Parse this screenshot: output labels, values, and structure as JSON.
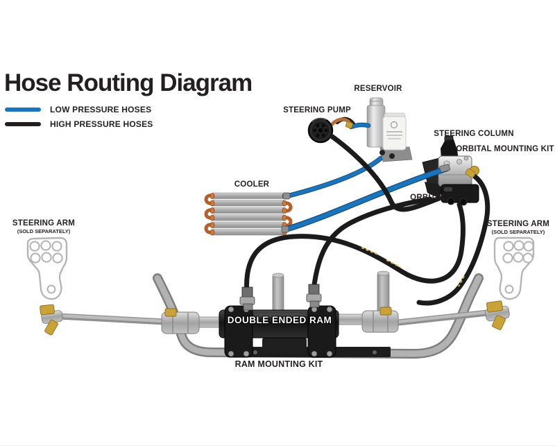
{
  "title": "Hose Routing Diagram",
  "legend": {
    "items": [
      {
        "label": "LOW PRESSURE HOSES",
        "color": "#1b75bc"
      },
      {
        "label": "HIGH PRESSURE HOSES",
        "color": "#231f20"
      }
    ]
  },
  "labels": {
    "cooler": "COOLER",
    "reservoir": "RESERVOIR",
    "steering_pump": "STEERING PUMP",
    "steering_column": "STEERING COLUMN",
    "orbital_mounting_kit": "ORBITAL MOUNTING KIT",
    "orbital": "ORBITAL",
    "double_ended_ram": "DOUBLE ENDED RAM",
    "ram_mounting_kit": "RAM MOUNTING KIT",
    "steering_arm_left": {
      "title": "STEERING ARM",
      "subtitle": "(SOLD SEPARATELY)"
    },
    "steering_arm_right": {
      "title": "STEERING ARM",
      "subtitle": "(SOLD SEPARATELY)"
    }
  },
  "colors": {
    "low_pressure_hose": "#1b75bc",
    "high_pressure_hose": "#231f20",
    "text": "#231f20",
    "copper": "#c2622f",
    "brass": "#c9a23a",
    "metal": "#a8a8a8",
    "background": "#ffffff"
  }
}
